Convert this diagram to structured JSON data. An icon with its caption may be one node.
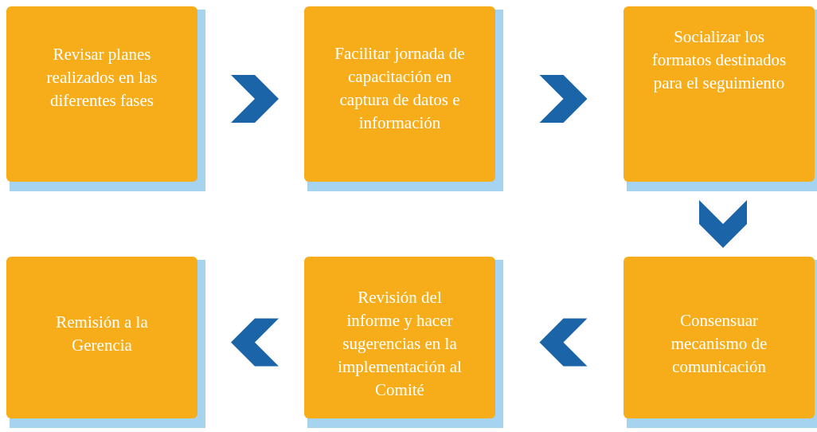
{
  "diagram": {
    "nodes": [
      {
        "text": [
          "Revisar planes realizados en las diferentes fases"
        ]
      },
      {
        "text": [
          "Facilitar jornada de capacitación en captura de datos e información"
        ]
      },
      {
        "text": [
          "Socializar los formatos destinados para el seguimiento"
        ]
      },
      {
        "text": [
          "Consensuar mecanismo de comunicación"
        ]
      },
      {
        "text": [
          "Revisión del informe y hacer sugerencias en la implementación al Comité"
        ]
      },
      {
        "text": [
          "Remisión a la Gerencia"
        ]
      }
    ],
    "edges": [
      {
        "from": 0,
        "to": 1,
        "arrow": "to"
      },
      {
        "from": 1,
        "to": 2,
        "arrow": "to"
      },
      {
        "from": 2,
        "to": 3,
        "arrow": "to"
      },
      {
        "from": 3,
        "to": 4,
        "arrow": "to"
      },
      {
        "from": 4,
        "to": 5,
        "arrow": "to"
      }
    ]
  }
}
